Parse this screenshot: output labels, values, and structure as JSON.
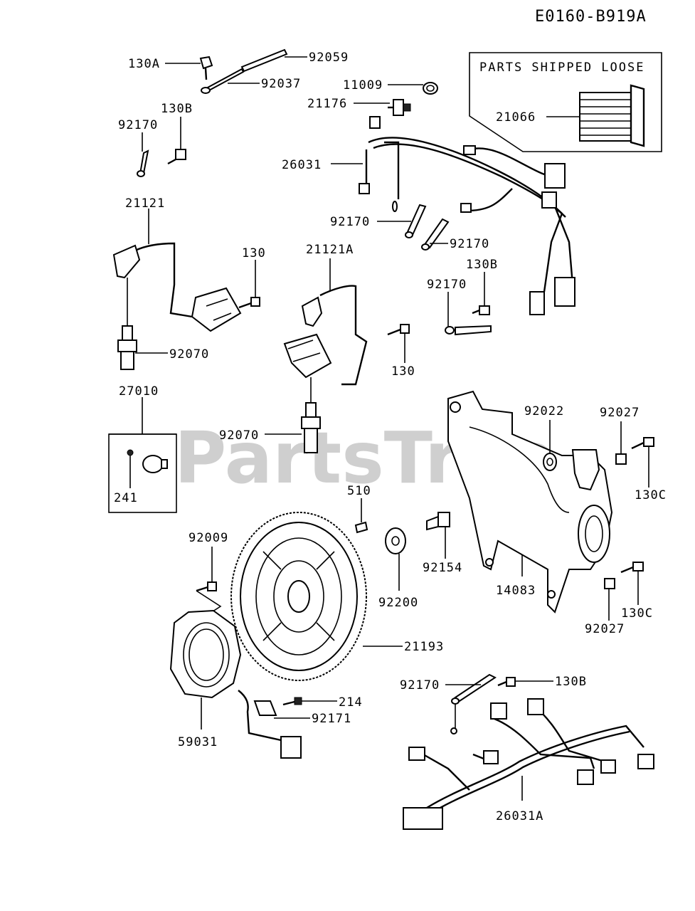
{
  "diagram_code": "E0160-B919A",
  "watermark": "PartsTree",
  "parts_shipped_loose": {
    "title": "PARTS SHIPPED LOOSE",
    "part": "21066"
  },
  "callouts": {
    "p130A": "130A",
    "p92059": "92059",
    "p92037": "92037",
    "p11009": "11009",
    "p21176": "21176",
    "p130B_1": "130B",
    "p92170_1": "92170",
    "p26031": "26031",
    "p21121": "21121",
    "p130_1": "130",
    "p21121A": "21121A",
    "p92170_2": "92170",
    "p92170_3": "92170",
    "p130B_2": "130B",
    "p92170_4": "92170",
    "p92070_1": "92070",
    "p130_2": "130",
    "p27010": "27010",
    "p241": "241",
    "p92070_2": "92070",
    "p92022": "92022",
    "p92027_1": "92027",
    "p130C_1": "130C",
    "p510": "510",
    "p92009": "92009",
    "p92154": "92154",
    "p92200": "92200",
    "p14083": "14083",
    "p130C_2": "130C",
    "p92027_2": "92027",
    "p21193": "21193",
    "p92170_5": "92170",
    "p130B_3": "130B",
    "p214": "214",
    "p92171": "92171",
    "p59031": "59031",
    "p26031A": "26031A"
  }
}
